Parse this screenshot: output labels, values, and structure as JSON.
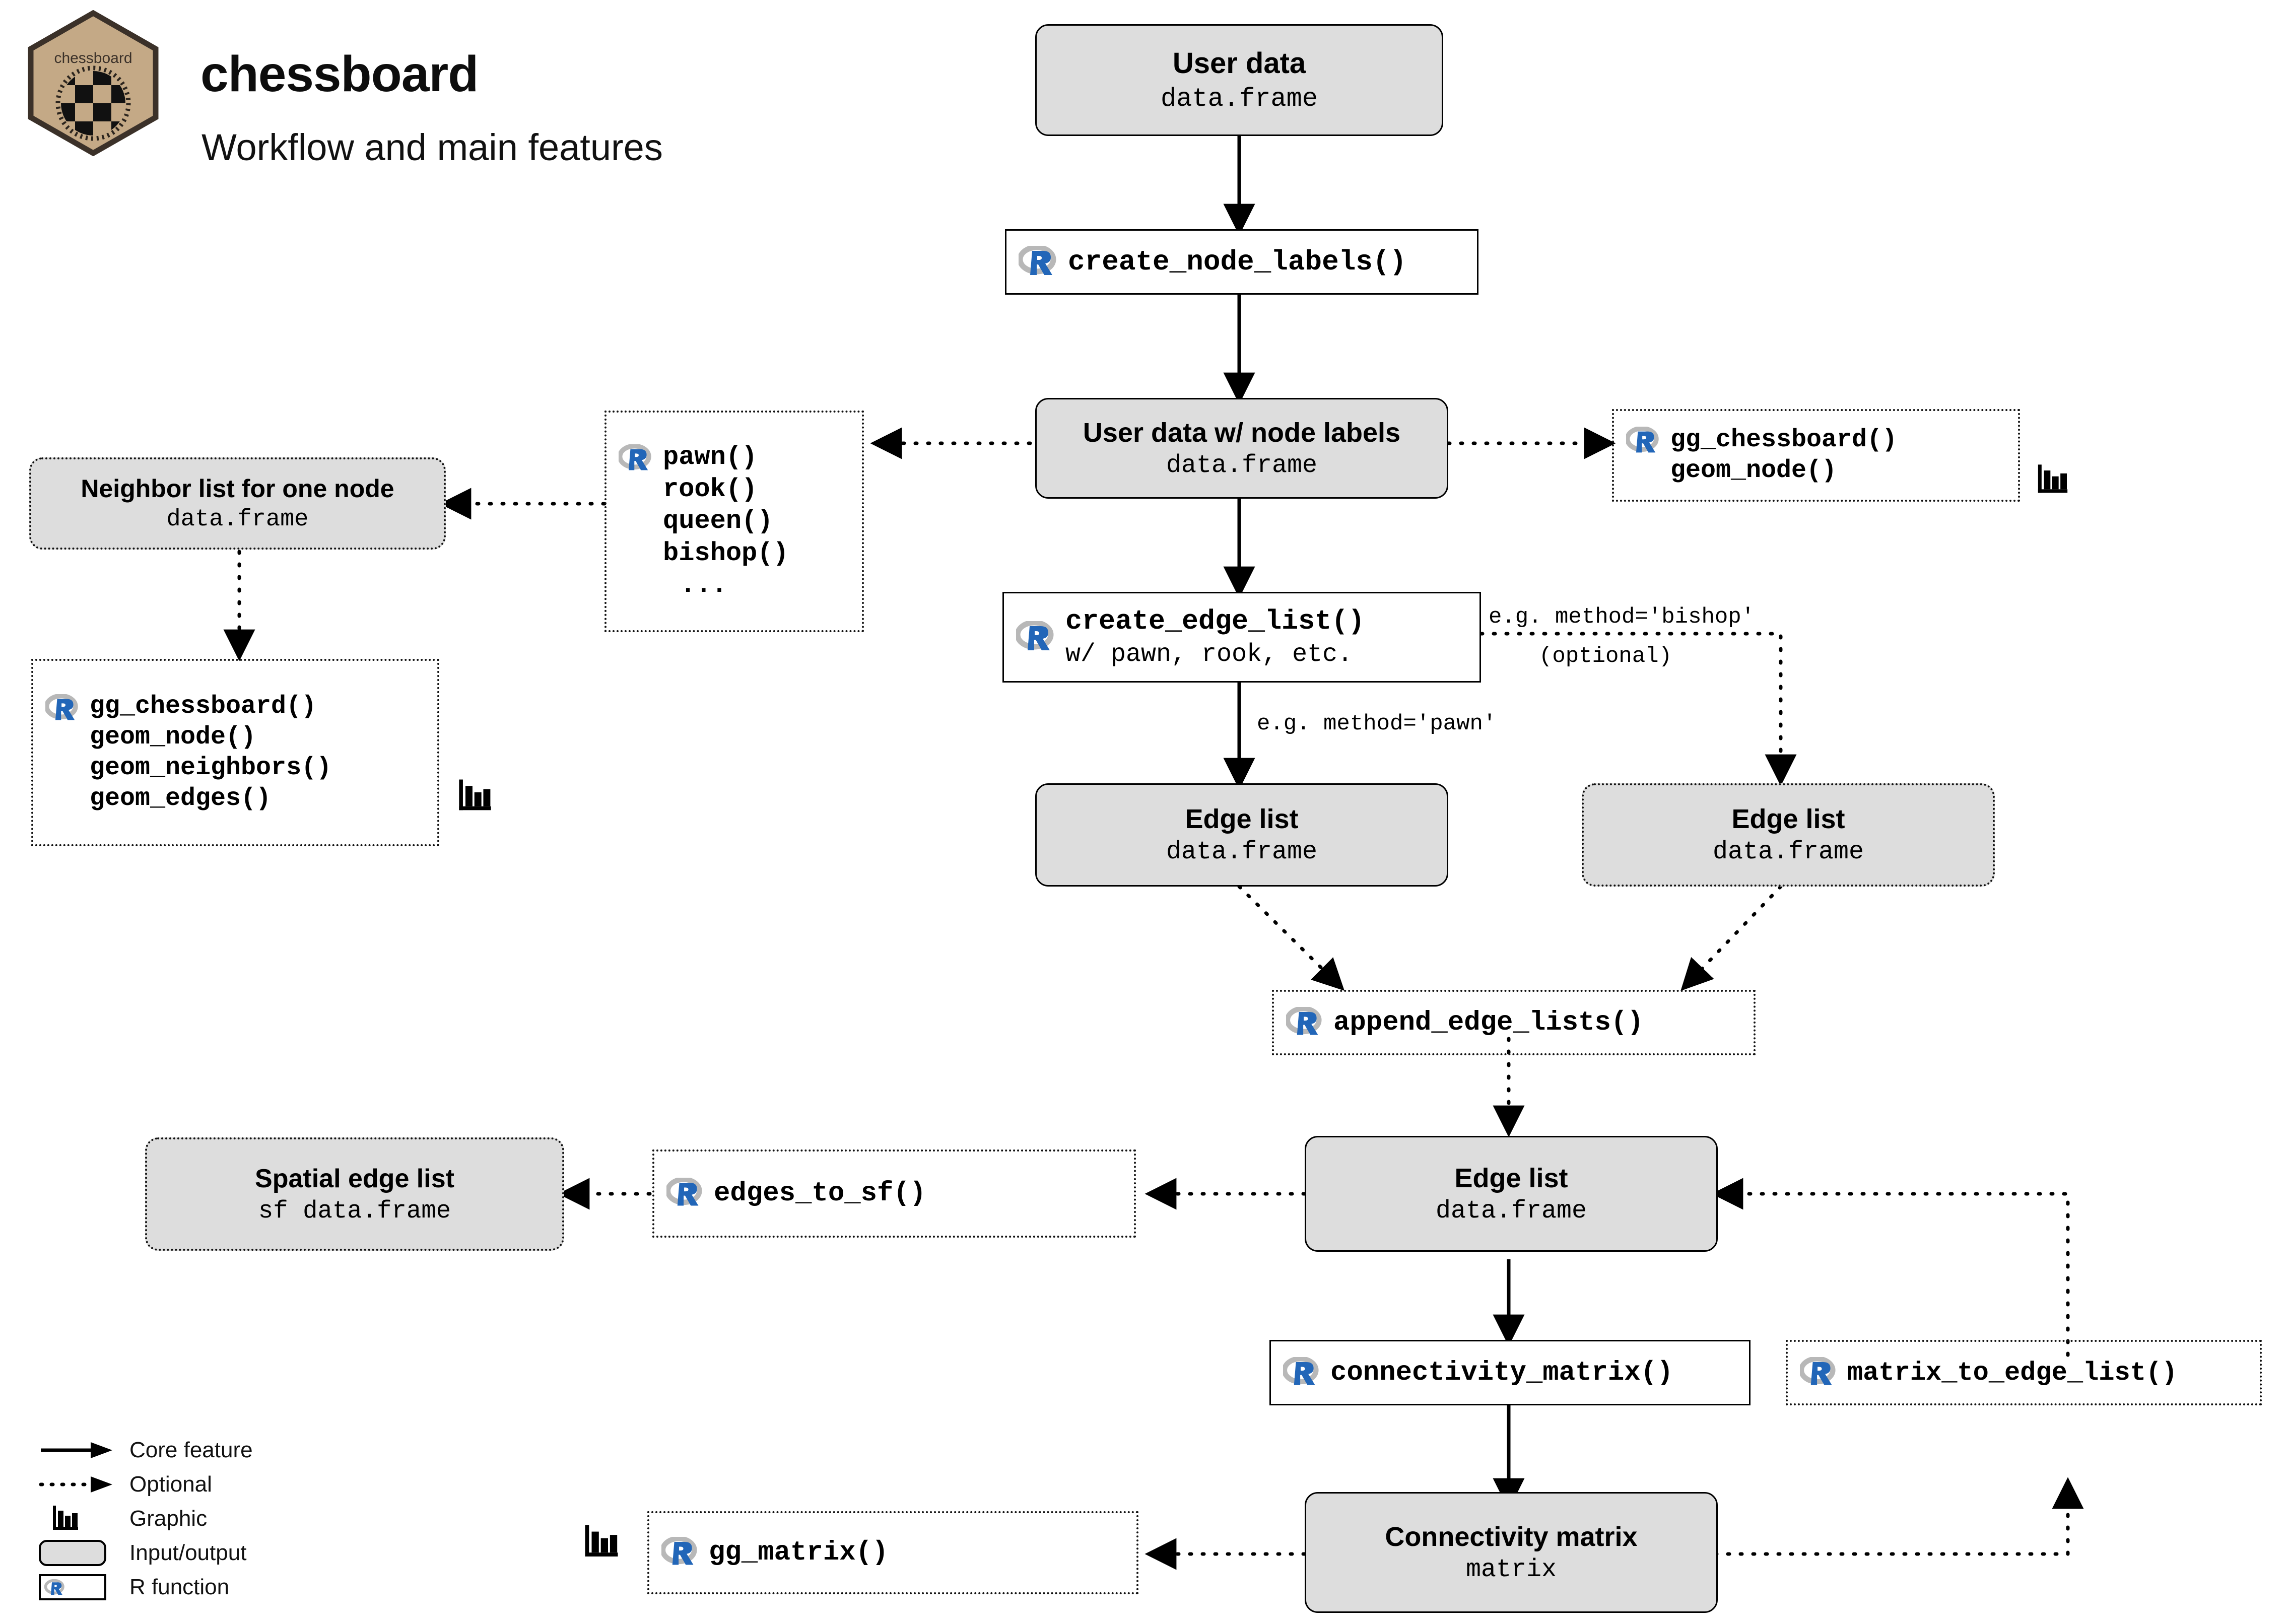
{
  "header": {
    "logo_text": "chessboard",
    "title": "chessboard",
    "subtitle": "Workflow and main features",
    "logo_bg": "#c4a986",
    "logo_border": "#3b3129"
  },
  "palette": {
    "io_fill": "#dddddd",
    "stroke": "#000000",
    "r_blue": "#2266b8",
    "r_grey": "#b8b8b8"
  },
  "nodes": {
    "user_data": {
      "title": "User data",
      "subtitle": "data.frame"
    },
    "create_node_labels": {
      "fn": "create_node_labels()"
    },
    "user_data_labels": {
      "title": "User data w/ node labels",
      "subtitle": "data.frame"
    },
    "piece_fns": {
      "lines": [
        "pawn()",
        "rook()",
        "queen()",
        "bishop()",
        "..."
      ]
    },
    "neighbor_list": {
      "title": "Neighbor list for one node",
      "subtitle": "data.frame"
    },
    "gg_neighbors": {
      "lines": [
        "gg_chessboard()",
        "geom_node()",
        "geom_neighbors()",
        "geom_edges()"
      ]
    },
    "gg_nodes": {
      "lines": [
        "gg_chessboard()",
        "geom_node()"
      ]
    },
    "create_edge_list": {
      "fn": "create_edge_list()",
      "note": "w/ pawn, rook, etc."
    },
    "edge_list_pawn": {
      "title": "Edge list",
      "subtitle": "data.frame"
    },
    "edge_list_bishop": {
      "title": "Edge list",
      "subtitle": "data.frame"
    },
    "append_edge_lists": {
      "fn": "append_edge_lists()"
    },
    "edge_list_main": {
      "title": "Edge list",
      "subtitle": "data.frame"
    },
    "edges_to_sf": {
      "fn": "edges_to_sf()"
    },
    "spatial_edge_list": {
      "title": "Spatial edge list",
      "subtitle": "sf data.frame"
    },
    "connectivity_matrix_fn": {
      "fn": "connectivity_matrix()"
    },
    "matrix_to_edge_list": {
      "fn": "matrix_to_edge_list()"
    },
    "connectivity_matrix": {
      "title": "Connectivity matrix",
      "subtitle": "matrix"
    },
    "gg_matrix": {
      "fn": "gg_matrix()"
    }
  },
  "edge_labels": {
    "bishop_method": "e.g. method='bishop'",
    "optional": "(optional)",
    "pawn_method": "e.g. method='pawn'"
  },
  "legend": {
    "items": [
      {
        "icon": "solid-arrow-icon",
        "label": "Core feature"
      },
      {
        "icon": "dotted-arrow-icon",
        "label": "Optional"
      },
      {
        "icon": "bar-chart-icon",
        "label": "Graphic"
      },
      {
        "icon": "rounded-box-icon",
        "label": "Input/output"
      },
      {
        "icon": "r-function-box-icon",
        "label": "R function"
      }
    ]
  }
}
